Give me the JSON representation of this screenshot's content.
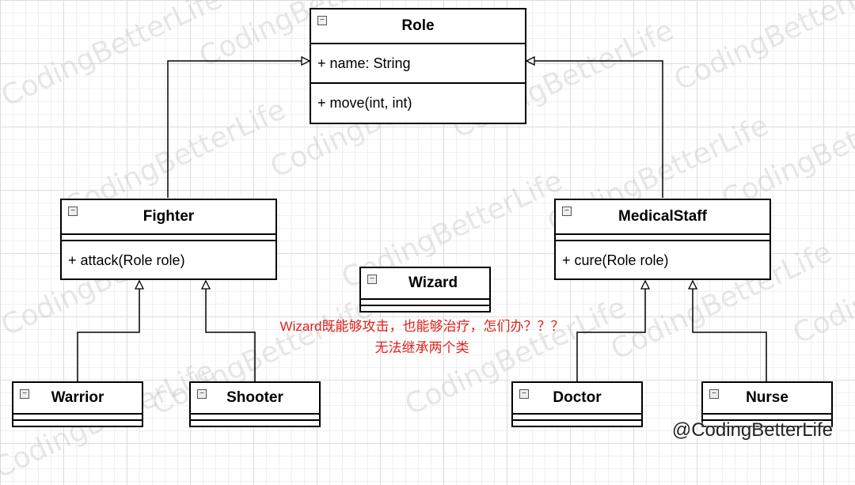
{
  "watermark": "CodingBetterLife",
  "handle": "@CodingBetterLife",
  "collapse_icon": "−",
  "role": {
    "name": "Role",
    "attribute": "+ name: String",
    "method": "+ move(int, int)"
  },
  "fighter": {
    "name": "Fighter",
    "method": "+ attack(Role role)"
  },
  "medical": {
    "name": "MedicalStaff",
    "method": "+ cure(Role role)"
  },
  "wizard": {
    "name": "Wizard"
  },
  "warrior": {
    "name": "Warrior"
  },
  "shooter": {
    "name": "Shooter"
  },
  "doctor": {
    "name": "Doctor"
  },
  "nurse": {
    "name": "Nurse"
  },
  "note": {
    "line1": "Wizard既能够攻击，也能够治疗，怎们办？？？",
    "line2": "无法继承两个类"
  },
  "colors": {
    "line": "#000000",
    "note": "#e0201c"
  }
}
